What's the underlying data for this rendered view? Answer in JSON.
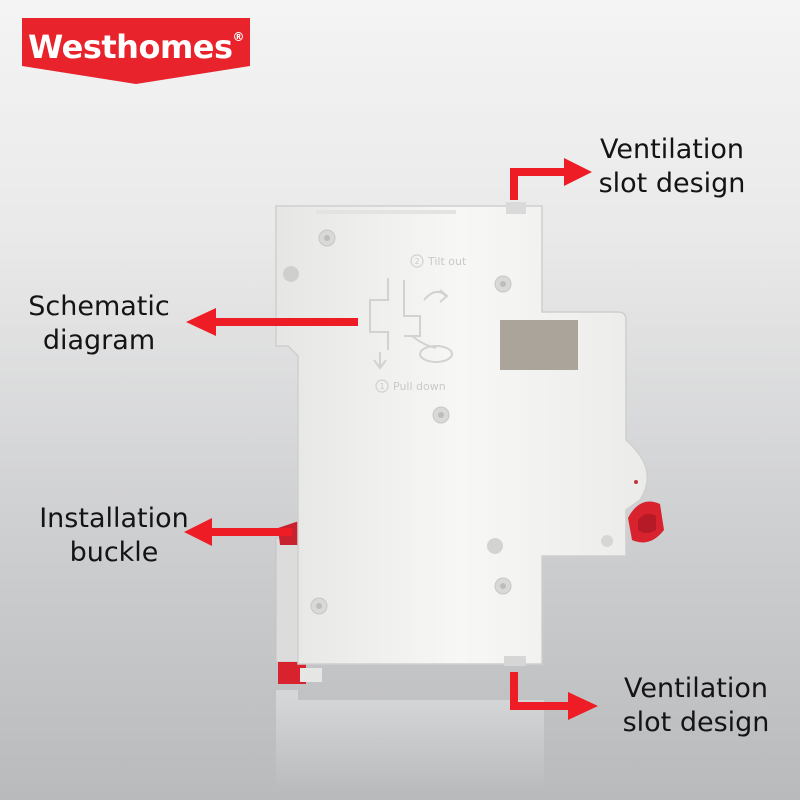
{
  "brand": {
    "name": "Westhomes",
    "registered_mark": "®",
    "badge_color": "#e8232b"
  },
  "callouts": {
    "ventilation_top": [
      "Ventilation",
      "slot design"
    ],
    "schematic": [
      "Schematic",
      "diagram"
    ],
    "installation": [
      "Installation",
      "buckle"
    ],
    "ventilation_bottom": [
      "Ventilation",
      "slot design"
    ]
  },
  "device_labels": {
    "tilt_out": "Tilt out",
    "tilt_out_step": "2",
    "pull_down": "Pull down",
    "pull_down_step": "1"
  },
  "colors": {
    "arrow": "#ee1c25",
    "device_body": "#f3f3f1",
    "buckle": "#d8232f",
    "label_window": "#aaa49a"
  },
  "icons": [
    "screw-hole-icon",
    "arrow-icon"
  ]
}
